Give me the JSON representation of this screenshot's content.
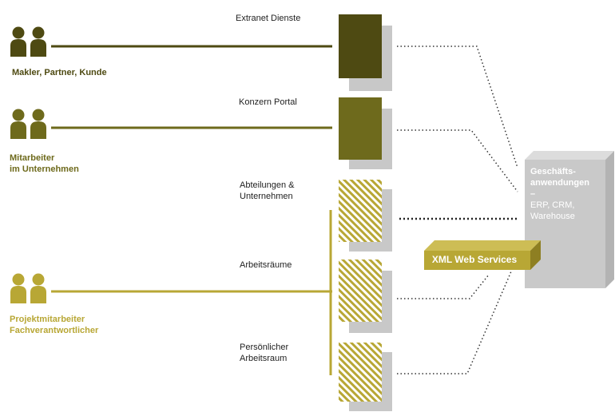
{
  "groups": [
    {
      "label": "Makler, Partner, Kunde",
      "color": "#4e4a12"
    },
    {
      "label_line1": "Mitarbeiter",
      "label_line2": "im Unternehmen",
      "color": "#6e6a1c"
    },
    {
      "label_line1": "Projektmitarbeiter",
      "label_line2": "Fachverantwortlicher",
      "color": "#b8a735"
    }
  ],
  "boxes": [
    {
      "label": "Extranet Dienste",
      "fill": "#4e4a12"
    },
    {
      "label": "Konzern Portal",
      "fill": "#6e6a1c"
    },
    {
      "label_line1": "Abteilungen &",
      "label_line2": "Unternehmen",
      "fill": "hatched"
    },
    {
      "label": "Arbeitsräume",
      "fill": "hatched"
    },
    {
      "label_line1": "Persönlicher",
      "label_line2": "Arbeitsraum",
      "fill": "hatched"
    }
  ],
  "server": {
    "title_line1": "Geschäfts-",
    "title_line2": "anwendungen",
    "dash": "–",
    "sub_line1": "ERP, CRM,",
    "sub_line2": "Warehouse",
    "color": "#c9c9c9"
  },
  "xml_services": {
    "label": "XML Web Services",
    "color": "#b8a735"
  },
  "colors": {
    "shadow": "#c8c8c8",
    "hatch": "#b8a735",
    "dotted": "#333333"
  }
}
